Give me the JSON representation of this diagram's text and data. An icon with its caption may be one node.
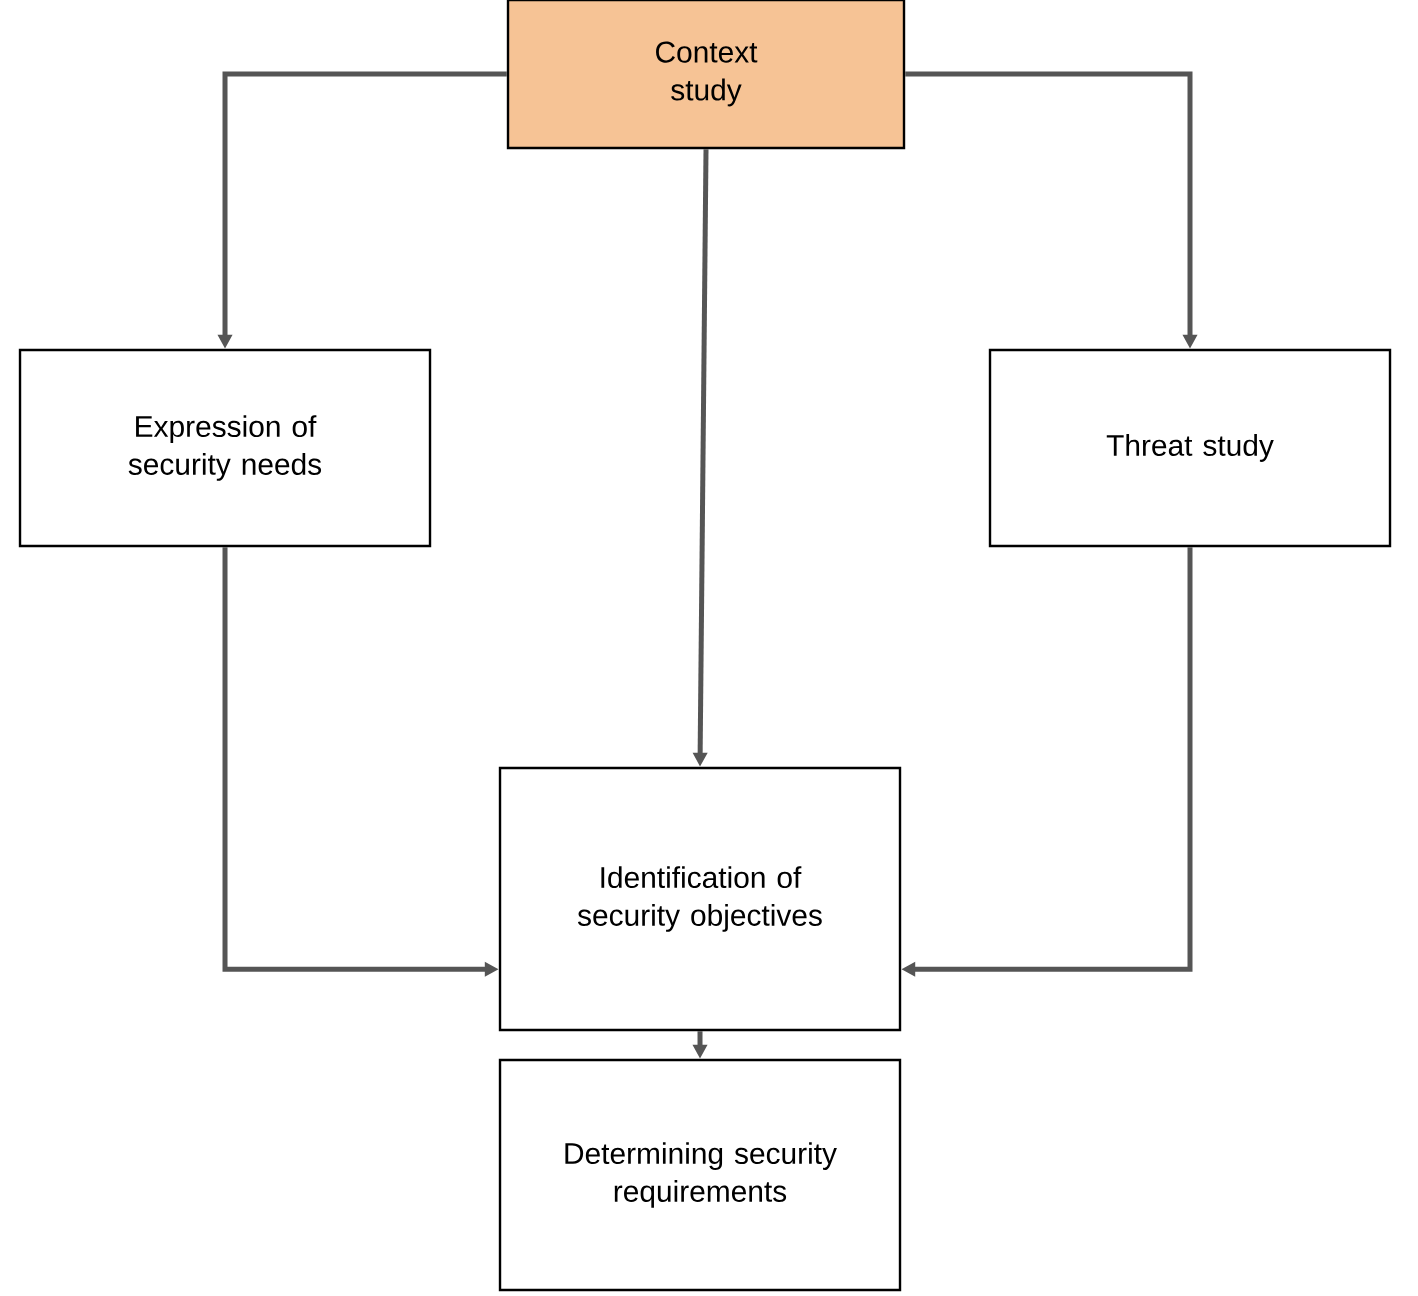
{
  "diagram": {
    "nodes": [
      {
        "text": [
          "Context study"
        ]
      },
      {
        "text": [
          "Expression of security needs"
        ]
      },
      {
        "text": [
          "Threat study"
        ]
      },
      {
        "text": [
          "Identification of security objectives"
        ]
      },
      {
        "text": [
          "Determining security requirements"
        ]
      }
    ],
    "edges": [
      {
        "from": 0,
        "to": 1,
        "arrow": "to"
      },
      {
        "from": 0,
        "to": 2,
        "arrow": "to"
      },
      {
        "from": 0,
        "to": 3,
        "arrow": "to"
      },
      {
        "from": 1,
        "to": 3,
        "arrow": "to"
      },
      {
        "from": 2,
        "to": 3,
        "arrow": "to"
      },
      {
        "from": 3,
        "to": 4,
        "arrow": "to"
      }
    ]
  }
}
